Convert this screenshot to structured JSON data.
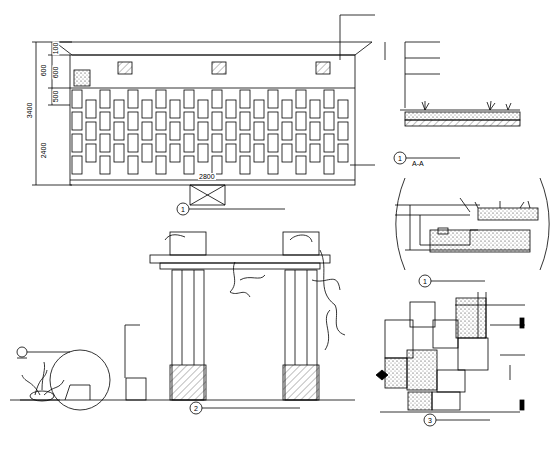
{
  "diagram": {
    "labels": [
      "100",
      "600",
      "500",
      "600",
      "3400",
      "2400",
      "2800",
      "1",
      "1",
      "A-A",
      "1",
      "3",
      "2"
    ]
  }
}
